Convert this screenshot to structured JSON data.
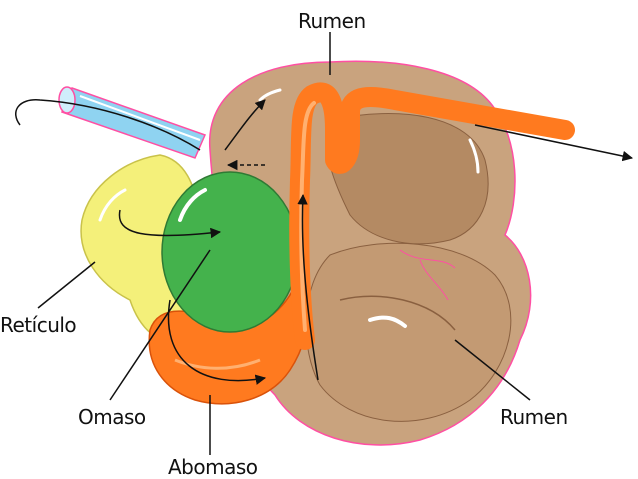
{
  "labels": {
    "rumen_top": "Rumen",
    "reticulo": "Retículo",
    "omaso": "Omaso",
    "abomaso": "Abomaso",
    "rumen_bottom": "Rumen"
  },
  "colors": {
    "rumen": "#c9a37e",
    "rumen_dark": "#9c7552",
    "reticulo": "#f4f07a",
    "omaso": "#44b24c",
    "abomaso": "#ff7a1f",
    "esophagus": "#8fd3f1",
    "pink_outline": "#ff4fa3",
    "arrow": "#111111"
  }
}
